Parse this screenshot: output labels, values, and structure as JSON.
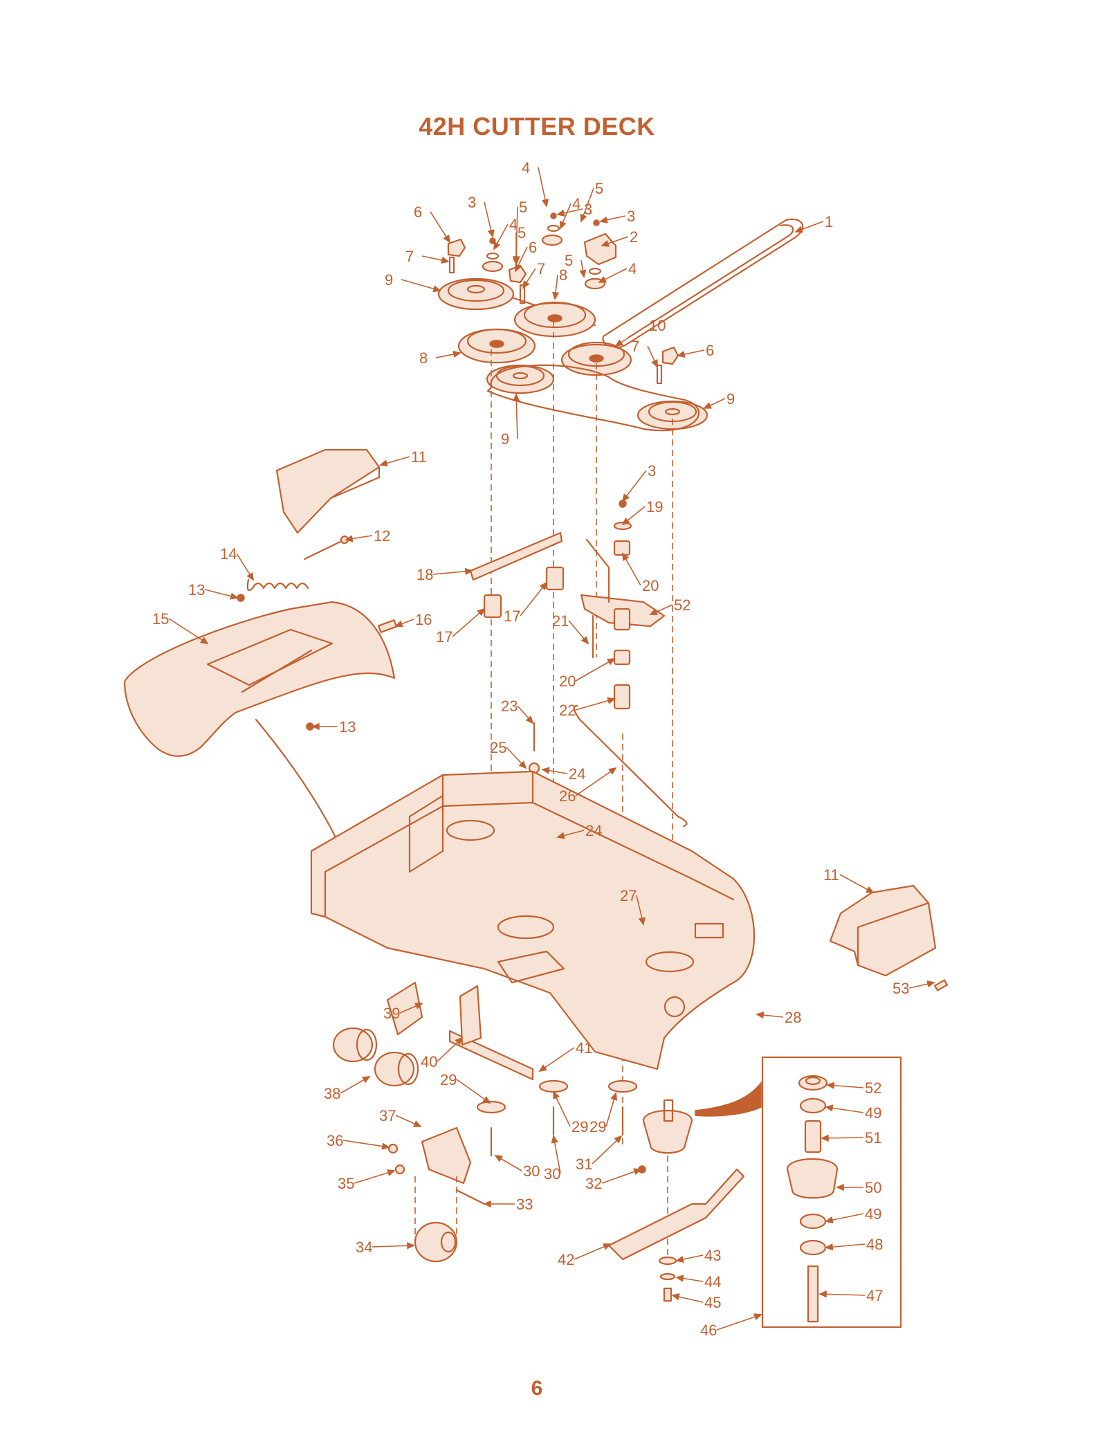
{
  "title": "42H CUTTER DECK",
  "page_number": "6",
  "colors": {
    "accent": "#c2602f",
    "background": "#ffffff",
    "part_fill": "#f7e3d6"
  },
  "callouts": [
    {
      "id": "c1",
      "label": "1"
    },
    {
      "id": "c2",
      "label": "2"
    },
    {
      "id": "c3a",
      "label": "3"
    },
    {
      "id": "c3b",
      "label": "3"
    },
    {
      "id": "c3c",
      "label": "3"
    },
    {
      "id": "c3d",
      "label": "3"
    },
    {
      "id": "c4a",
      "label": "4"
    },
    {
      "id": "c4b",
      "label": "4"
    },
    {
      "id": "c4c",
      "label": "4"
    },
    {
      "id": "c4d",
      "label": "4"
    },
    {
      "id": "c5a",
      "label": "5"
    },
    {
      "id": "c5b",
      "label": "5"
    },
    {
      "id": "c5c",
      "label": "5"
    },
    {
      "id": "c5d",
      "label": "5"
    },
    {
      "id": "c6a",
      "label": "6"
    },
    {
      "id": "c6b",
      "label": "6"
    },
    {
      "id": "c6c",
      "label": "6"
    },
    {
      "id": "c7a",
      "label": "7"
    },
    {
      "id": "c7b",
      "label": "7"
    },
    {
      "id": "c7c",
      "label": "7"
    },
    {
      "id": "c8a",
      "label": "8"
    },
    {
      "id": "c8b",
      "label": "8"
    },
    {
      "id": "c9a",
      "label": "9"
    },
    {
      "id": "c9b",
      "label": "9"
    },
    {
      "id": "c9c",
      "label": "9"
    },
    {
      "id": "c10",
      "label": "10"
    },
    {
      "id": "c11a",
      "label": "11"
    },
    {
      "id": "c11b",
      "label": "11"
    },
    {
      "id": "c12",
      "label": "12"
    },
    {
      "id": "c13a",
      "label": "13"
    },
    {
      "id": "c13b",
      "label": "13"
    },
    {
      "id": "c14",
      "label": "14"
    },
    {
      "id": "c15",
      "label": "15"
    },
    {
      "id": "c16",
      "label": "16"
    },
    {
      "id": "c17a",
      "label": "17"
    },
    {
      "id": "c17b",
      "label": "17"
    },
    {
      "id": "c18",
      "label": "18"
    },
    {
      "id": "c19",
      "label": "19"
    },
    {
      "id": "c20a",
      "label": "20"
    },
    {
      "id": "c20b",
      "label": "20"
    },
    {
      "id": "c21",
      "label": "21"
    },
    {
      "id": "c22",
      "label": "22"
    },
    {
      "id": "c23",
      "label": "23"
    },
    {
      "id": "c24a",
      "label": "24"
    },
    {
      "id": "c24b",
      "label": "24"
    },
    {
      "id": "c25",
      "label": "25"
    },
    {
      "id": "c26",
      "label": "26"
    },
    {
      "id": "c27",
      "label": "27"
    },
    {
      "id": "c28",
      "label": "28"
    },
    {
      "id": "c29a",
      "label": "29"
    },
    {
      "id": "c29b",
      "label": "29"
    },
    {
      "id": "c29c",
      "label": "29"
    },
    {
      "id": "c30a",
      "label": "30"
    },
    {
      "id": "c30b",
      "label": "30"
    },
    {
      "id": "c31",
      "label": "31"
    },
    {
      "id": "c32",
      "label": "32"
    },
    {
      "id": "c33",
      "label": "33"
    },
    {
      "id": "c34",
      "label": "34"
    },
    {
      "id": "c35",
      "label": "35"
    },
    {
      "id": "c36",
      "label": "36"
    },
    {
      "id": "c37",
      "label": "37"
    },
    {
      "id": "c38",
      "label": "38"
    },
    {
      "id": "c39",
      "label": "39"
    },
    {
      "id": "c40",
      "label": "40"
    },
    {
      "id": "c41",
      "label": "41"
    },
    {
      "id": "c42",
      "label": "42"
    },
    {
      "id": "c43",
      "label": "43"
    },
    {
      "id": "c44",
      "label": "44"
    },
    {
      "id": "c45",
      "label": "45"
    },
    {
      "id": "c46",
      "label": "46"
    },
    {
      "id": "c47",
      "label": "47"
    },
    {
      "id": "c48",
      "label": "48"
    },
    {
      "id": "c49a",
      "label": "49"
    },
    {
      "id": "c49b",
      "label": "49"
    },
    {
      "id": "c50",
      "label": "50"
    },
    {
      "id": "c51",
      "label": "51"
    },
    {
      "id": "c52a",
      "label": "52"
    },
    {
      "id": "c52b",
      "label": "52"
    },
    {
      "id": "c53",
      "label": "53"
    }
  ]
}
